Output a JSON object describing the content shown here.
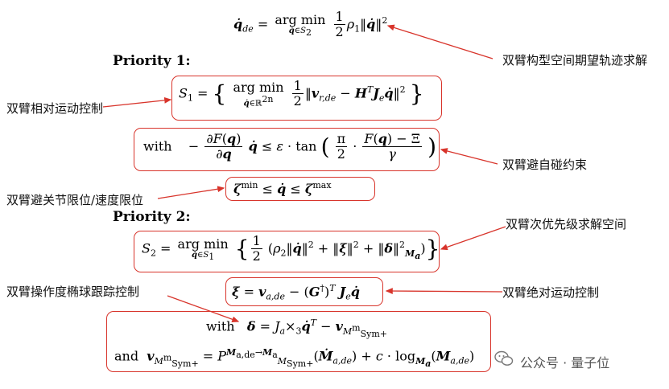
{
  "headings": {
    "priority1": "Priority 1:",
    "priority2": "Priority 2:"
  },
  "labels": {
    "top_right": "双臂构型空间期望轨迹求解",
    "relative_motion": "双臂相对运动控制",
    "self_collision": "双臂避自碰约束",
    "joint_limit": "双臂避关节限位/速度限位",
    "secondary_space": "双臂次优先级求解空间",
    "manip_ellipsoid": "双臂操作度椭球跟踪控制",
    "absolute_motion": "双臂绝对运动控制"
  },
  "words": {
    "with": "with",
    "and": "and",
    "argmin": "arg min",
    "tan": "tan",
    "log": "log"
  },
  "watermark": {
    "sep": "·",
    "account": "公众号",
    "name": "量子位"
  },
  "colors": {
    "accent": "#d8342b",
    "icon": "wechat-icon"
  }
}
